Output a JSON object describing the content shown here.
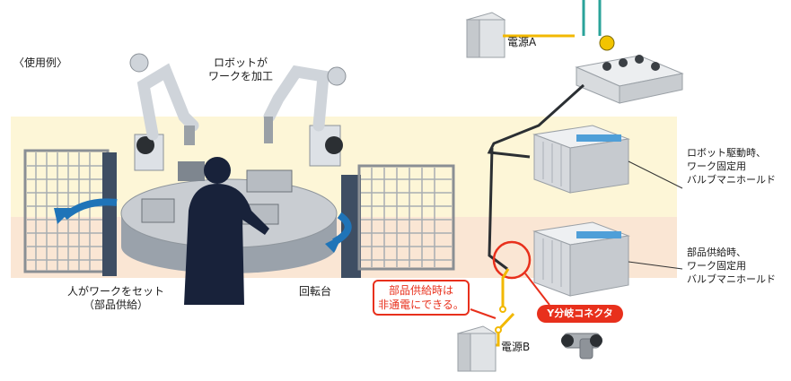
{
  "labels": {
    "usage_example": "〈使用例〉",
    "robot_machining_line1": "ロボットが",
    "robot_machining_line2": "ワークを加工",
    "power_a": "電源A",
    "power_b": "電源B",
    "manifold_top_line1": "ロボット駆動時、",
    "manifold_top_line2": "ワーク固定用",
    "manifold_top_line3": "バルブマニホールド",
    "manifold_bottom_line1": "部品供給時、",
    "manifold_bottom_line2": "ワーク固定用",
    "manifold_bottom_line3": "バルブマニホールド",
    "worker_line1": "人がワークをセット",
    "worker_line2": "（部品供給）",
    "turntable": "回転台",
    "callout_line1": "部品供給時は",
    "callout_line2": "非通電にできる。",
    "y_connector": "Y分岐コネクタ"
  },
  "colors": {
    "callout_red": "#e8301c",
    "power_line_yellow": "#f2b800",
    "arrow_blue": "#1f74b8",
    "band_top": "#fdf6d7",
    "band_bottom": "#fae6d4"
  }
}
